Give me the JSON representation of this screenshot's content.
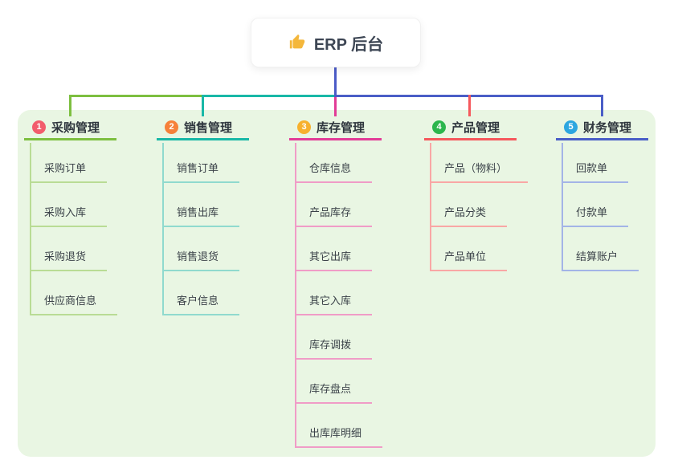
{
  "root": {
    "icon": "thumbs-up-icon",
    "icon_color": "#f4b73b",
    "title": "ERP 后台",
    "connector_color": "#4b5bc7",
    "text_color": "#3d4654",
    "box_color": "#ffffff"
  },
  "panel": {
    "background": "#e9f6e3"
  },
  "branches": [
    {
      "badge": "1",
      "badge_color": "#f25c6c",
      "label": "采购管理",
      "line_color": "#7dbf40",
      "light_color": "#b9dc95",
      "children": [
        "采购订单",
        "采购入库",
        "采购退货",
        "供应商信息"
      ]
    },
    {
      "badge": "2",
      "badge_color": "#f6813a",
      "label": "销售管理",
      "line_color": "#19b8a7",
      "light_color": "#90dace",
      "children": [
        "销售订单",
        "销售出库",
        "销售退货",
        "客户信息"
      ]
    },
    {
      "badge": "3",
      "badge_color": "#f7b12e",
      "label": "库存管理",
      "line_color": "#e23c97",
      "light_color": "#f09cc7",
      "children": [
        "仓库信息",
        "产品库存",
        "其它出库",
        "其它入库",
        "库存调拨",
        "库存盘点",
        "出库库明细"
      ]
    },
    {
      "badge": "4",
      "badge_color": "#2cb64d",
      "label": "产品管理",
      "line_color": "#f6585c",
      "light_color": "#f9a7a5",
      "children": [
        "产品（物料）",
        "产品分类",
        "产品单位"
      ]
    },
    {
      "badge": "5",
      "badge_color": "#2ca6e0",
      "label": "财务管理",
      "line_color": "#4a5ec7",
      "light_color": "#a3b4e7",
      "children": [
        "回款单",
        "付款单",
        "结算账户"
      ]
    }
  ]
}
